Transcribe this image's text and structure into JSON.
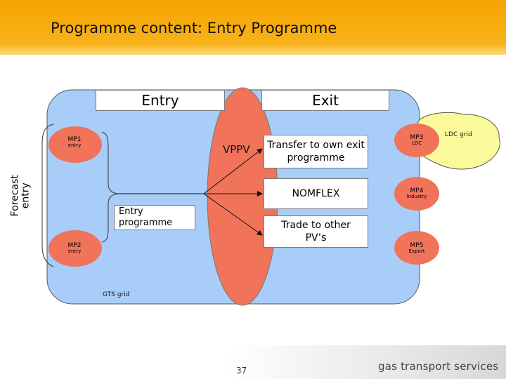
{
  "header": {
    "title": "Programme content: Entry Programme"
  },
  "boxes": {
    "entry": "Entry",
    "exit": "Exit",
    "transfer": "Transfer to own exit programme",
    "nomflex": "NOMFLEX",
    "trade": "Trade to other PV’s",
    "entry_programme": "Entry programme"
  },
  "labels": {
    "vppv": "VPPV",
    "gts_grid": "GTS grid",
    "ldc_grid": "LDC grid",
    "forecast_entry": "Forecast entry"
  },
  "points": {
    "mp1": {
      "name": "MP1",
      "sub": "entry"
    },
    "mp2": {
      "name": "MP2",
      "sub": "entry"
    },
    "mp3": {
      "name": "MP3",
      "sub": "LDC"
    },
    "mp4": {
      "name": "MP4",
      "sub": "Industry"
    },
    "mp5": {
      "name": "MP5",
      "sub": "Export"
    }
  },
  "footer": {
    "page": "37",
    "brand": "gas transport services"
  },
  "colors": {
    "header": "#f5a400",
    "grid": "#a8cdf8",
    "vppv": "#f0735a",
    "point": "#f0735a",
    "ldc": "#fafa9a"
  }
}
